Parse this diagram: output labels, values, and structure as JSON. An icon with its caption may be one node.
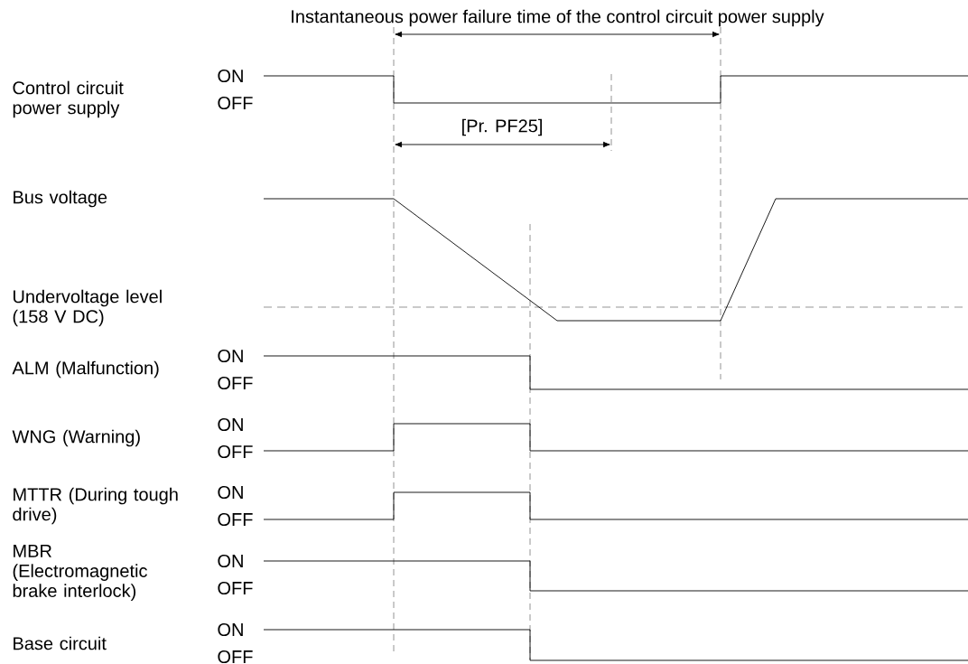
{
  "diagram": {
    "title": "Instantaneous power failure time of the control circuit power supply",
    "labels": [
      "Control circuit power supply",
      "ON",
      "OFF",
      "[Pr. PF25]",
      "Bus voltage",
      "Undervoltage level (158 V DC)",
      "ALM (Malfunction)",
      "ON",
      "OFF",
      "WNG (Warning)",
      "ON",
      "OFF",
      "MTTR (During tough drive)",
      "ON",
      "OFF",
      "MBR (Electromagnetic brake interlock)",
      "ON",
      "OFF",
      "Base circuit",
      "ON",
      "OFF"
    ]
  }
}
